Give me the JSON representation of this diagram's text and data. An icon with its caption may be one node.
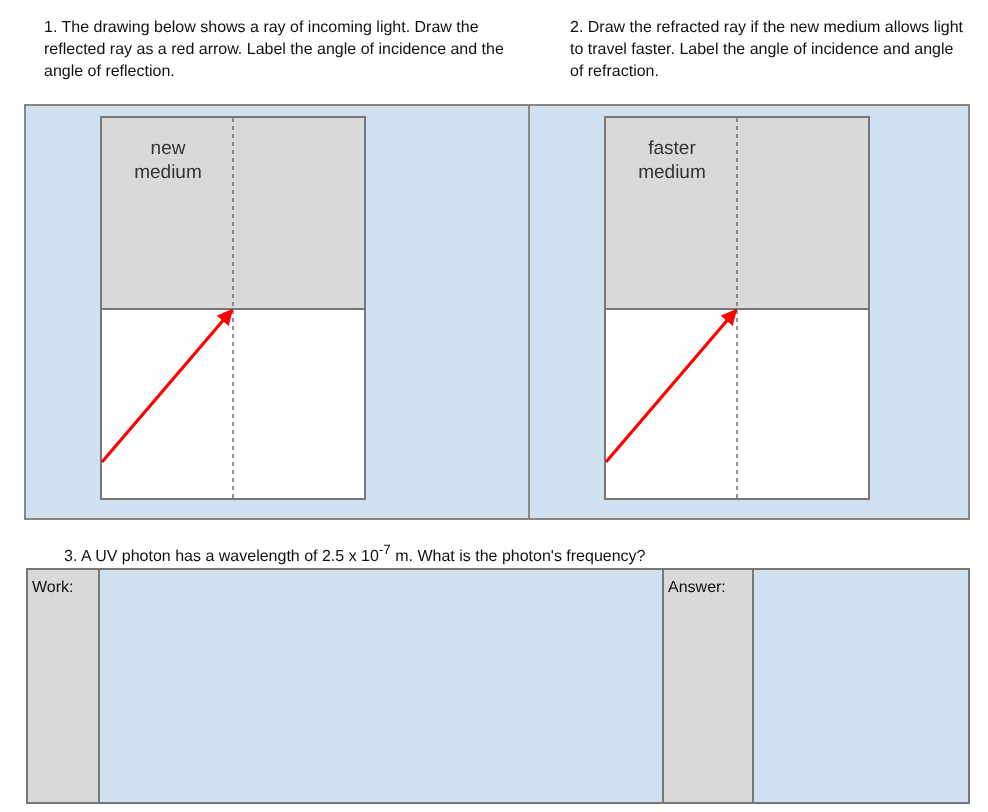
{
  "diagram": {
    "nodes": [
      {
        "text": [
          "new medium"
        ]
      },
      {
        "text": [],
        "shape": "box"
      },
      {
        "text": [
          "faster medium"
        ]
      },
      {
        "text": [],
        "shape": "box"
      }
    ],
    "edges": [
      {
        "from": 1,
        "to": 0,
        "arrow": "to",
        "color": "#ff0000"
      },
      {
        "from": 3,
        "to": 2,
        "arrow": "to",
        "color": "#ff0000"
      }
    ],
    "labels": [
      "1. The drawing below shows a ray of incoming light. Draw the reflected ray as a red arrow. Label the angle of incidence and the angle of reflection.",
      "2. Draw the refracted ray if the new medium allows light to travel faster. Label the angle of incidence and angle of refraction.",
      "3. A UV photon has a wavelength of 2.5 x 10$^{-7}$ m. What is the photon's frequency?",
      "Work:",
      "Answer:"
    ]
  }
}
